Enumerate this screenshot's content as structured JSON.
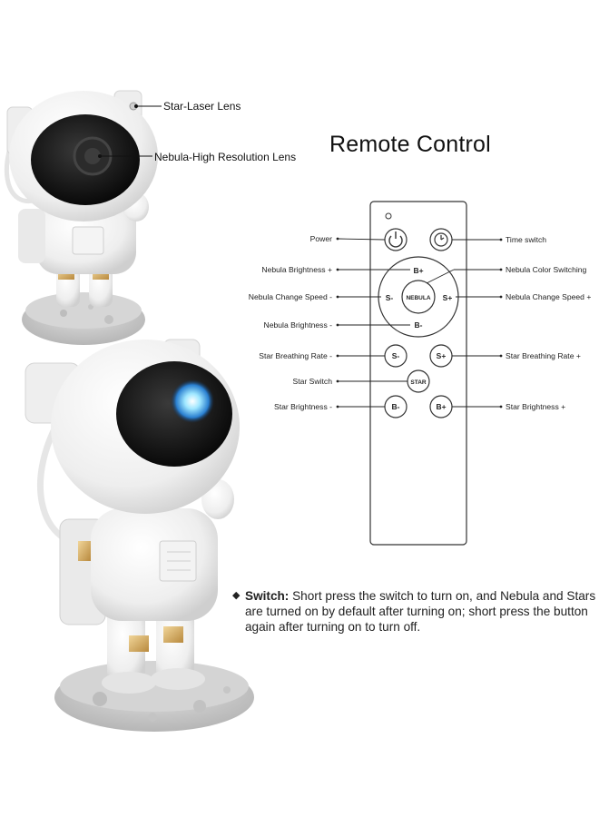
{
  "callouts": {
    "star_laser_lens": "Star-Laser Lens",
    "nebula_lens": "Nebula-High Resolution Lens"
  },
  "title": "Remote Control",
  "remote": {
    "left_labels": [
      {
        "key": "power",
        "text": "Power"
      },
      {
        "key": "nebula_brightness_plus",
        "text": "Nebula Brightness +"
      },
      {
        "key": "nebula_change_speed_minus",
        "text": "Nebula Change Speed -"
      },
      {
        "key": "nebula_brightness_minus",
        "text": "Nebula Brightness -"
      },
      {
        "key": "star_breathing_minus",
        "text": "Star Breathing Rate -"
      },
      {
        "key": "star_switch",
        "text": "Star Switch"
      },
      {
        "key": "star_brightness_minus",
        "text": "Star Brightness -"
      }
    ],
    "right_labels": [
      {
        "key": "time_switch",
        "text": "Time switch"
      },
      {
        "key": "nebula_color",
        "text": "Nebula Color Switching"
      },
      {
        "key": "nebula_change_speed_plus",
        "text": "Nebula Change Speed +"
      },
      {
        "key": "star_breathing_plus",
        "text": "Star Breathing Rate +"
      },
      {
        "key": "star_brightness_plus",
        "text": "Star Brightness +"
      }
    ],
    "buttons": {
      "b_plus": "B+",
      "b_minus": "B-",
      "s_minus": "S-",
      "s_plus": "S+",
      "nebula": "NEBULA",
      "star": "STAR",
      "star_s_minus": "S-",
      "star_s_plus": "S+",
      "star_b_minus": "B-",
      "star_b_plus": "B+"
    }
  },
  "note": {
    "heading": "Switch:",
    "text": " Short press the switch to turn on, and Nebula and Stars are turned on by default after turning on; short press the button again after turning on to turn off."
  }
}
